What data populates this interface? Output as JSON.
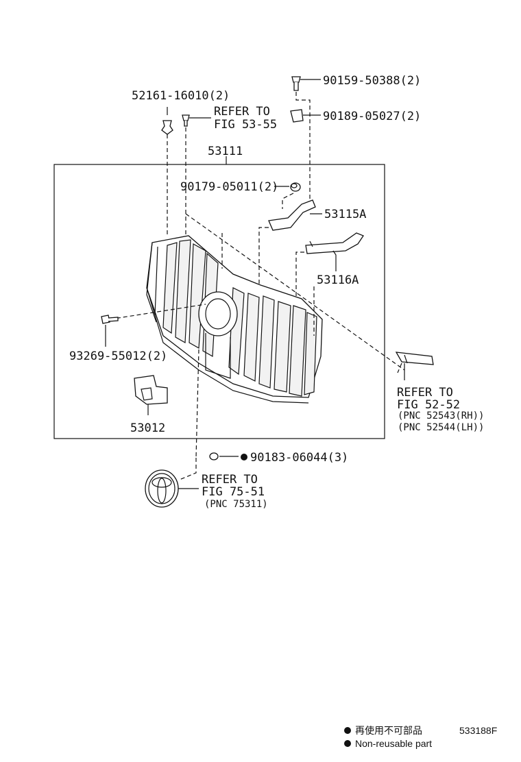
{
  "labels": {
    "p52161": "52161-16010(2)",
    "refer_53_55_a": "REFER TO",
    "refer_53_55_b": "FIG 53-55",
    "p90159": "90159-50388(2)",
    "p90189": "90189-05027(2)",
    "p53111": "53111",
    "p90179": "90179-05011(2)",
    "p53115a": "53115A",
    "p53116a": "53116A",
    "p93269": "93269-55012(2)",
    "refer_52_52_a": "REFER TO",
    "refer_52_52_b": "FIG 52-52",
    "pnc_52543": "(PNC 52543(RH))",
    "pnc_52544": "(PNC 52544(LH))",
    "p53012": "53012",
    "p90183": "90183-06044(3)",
    "refer_75_51_a": "REFER TO",
    "refer_75_51_b": "FIG 75-51",
    "pnc_75311": "(PNC 75311)"
  },
  "legend": {
    "line_jp": "再使用不可部品",
    "line_en": "Non-reusable part",
    "figure_code": "533188F"
  }
}
